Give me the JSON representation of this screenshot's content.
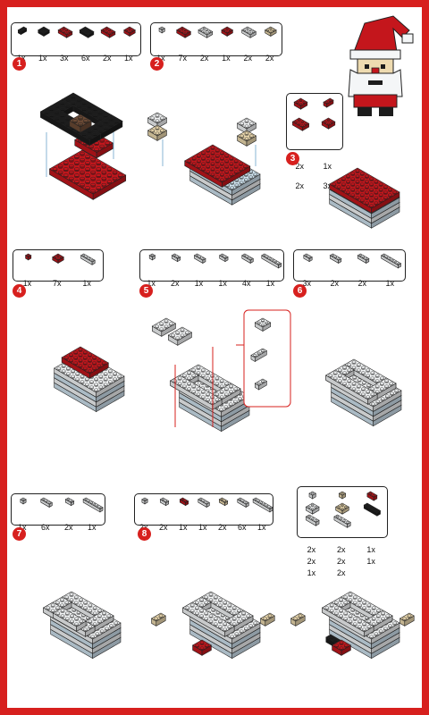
{
  "colors": {
    "frame": "#d7201e",
    "red": "#c4161c",
    "white": "#f4f6f7",
    "lightblue": "#cfe3ef",
    "black": "#1c1c1c",
    "brown": "#6b4a35",
    "tan": "#eedbb0",
    "outline": "#222222",
    "guide": "#d7201e"
  },
  "steps": [
    {
      "number": "1",
      "parts": [
        {
          "qty": "1x",
          "color": "black",
          "size": "2x1"
        },
        {
          "qty": "1x",
          "color": "black",
          "size": "2x2"
        },
        {
          "qty": "3x",
          "color": "red",
          "size": "2x3"
        },
        {
          "qty": "6x",
          "color": "black",
          "size": "2x3"
        },
        {
          "qty": "2x",
          "color": "red",
          "size": "2x3"
        },
        {
          "qty": "1x",
          "color": "red",
          "size": "2x2"
        }
      ]
    },
    {
      "number": "2",
      "parts": [
        {
          "qty": "1x",
          "color": "white",
          "size": "1x1"
        },
        {
          "qty": "7x",
          "color": "red",
          "size": "2x3"
        },
        {
          "qty": "2x",
          "color": "white",
          "size": "2x3"
        },
        {
          "qty": "1x",
          "color": "red",
          "size": "2x2"
        },
        {
          "qty": "2x",
          "color": "white",
          "size": "2x3"
        },
        {
          "qty": "2x",
          "color": "tan",
          "size": "2x2"
        }
      ]
    },
    {
      "number": "3",
      "parts": [
        {
          "qty": "2x",
          "color": "red",
          "size": "2x2"
        },
        {
          "qty": "1x",
          "color": "red",
          "size": "2x1"
        },
        {
          "qty": "2x",
          "color": "red",
          "size": "2x3"
        },
        {
          "qty": "3x",
          "color": "red",
          "size": "2x2"
        }
      ]
    },
    {
      "number": "4",
      "parts": [
        {
          "qty": "1x",
          "color": "red",
          "size": "1x1"
        },
        {
          "qty": "7x",
          "color": "red",
          "size": "2x2"
        },
        {
          "qty": "1x",
          "color": "white",
          "size": "1x4"
        }
      ]
    },
    {
      "number": "5",
      "parts": [
        {
          "qty": "1x",
          "color": "white",
          "size": "1x1"
        },
        {
          "qty": "2x",
          "color": "white",
          "size": "1x2"
        },
        {
          "qty": "1x",
          "color": "white",
          "size": "1x3"
        },
        {
          "qty": "1x",
          "color": "white",
          "size": "1x2"
        },
        {
          "qty": "4x",
          "color": "white",
          "size": "1x3"
        },
        {
          "qty": "1x",
          "color": "white",
          "size": "1x6"
        }
      ]
    },
    {
      "number": "6",
      "parts": [
        {
          "qty": "3x",
          "color": "white",
          "size": "1x2"
        },
        {
          "qty": "2x",
          "color": "white",
          "size": "1x3"
        },
        {
          "qty": "2x",
          "color": "white",
          "size": "1x3"
        },
        {
          "qty": "1x",
          "color": "white",
          "size": "1x6"
        }
      ]
    },
    {
      "number": "7",
      "parts": [
        {
          "qty": "1x",
          "color": "white",
          "size": "1x1"
        },
        {
          "qty": "6x",
          "color": "white",
          "size": "1x3"
        },
        {
          "qty": "2x",
          "color": "white",
          "size": "1x2"
        },
        {
          "qty": "1x",
          "color": "white",
          "size": "1x6"
        }
      ]
    },
    {
      "number": "8",
      "parts": [
        {
          "qty": "2x",
          "color": "white",
          "size": "1x1"
        },
        {
          "qty": "2x",
          "color": "white",
          "size": "1x2"
        },
        {
          "qty": "1x",
          "color": "red",
          "size": "1x2"
        },
        {
          "qty": "1x",
          "color": "white",
          "size": "1x3"
        },
        {
          "qty": "2x",
          "color": "tan",
          "size": "1x2"
        },
        {
          "qty": "6x",
          "color": "white",
          "size": "1x3"
        },
        {
          "qty": "1x",
          "color": "white",
          "size": "1x6"
        }
      ]
    },
    {
      "number": "",
      "parts": [
        {
          "qty": "2x",
          "color": "white",
          "size": "1x1"
        },
        {
          "qty": "2x",
          "color": "tan",
          "size": "1x1"
        },
        {
          "qty": "1x",
          "color": "red",
          "size": "1x2"
        },
        {
          "qty": "2x",
          "color": "white",
          "size": "2x2"
        },
        {
          "qty": "2x",
          "color": "tan",
          "size": "2x2"
        },
        {
          "qty": "1x",
          "color": "black",
          "size": "1x4"
        },
        {
          "qty": "1x",
          "color": "white",
          "size": "1x3"
        },
        {
          "qty": "2x",
          "color": "white",
          "size": "1x4"
        }
      ]
    }
  ]
}
